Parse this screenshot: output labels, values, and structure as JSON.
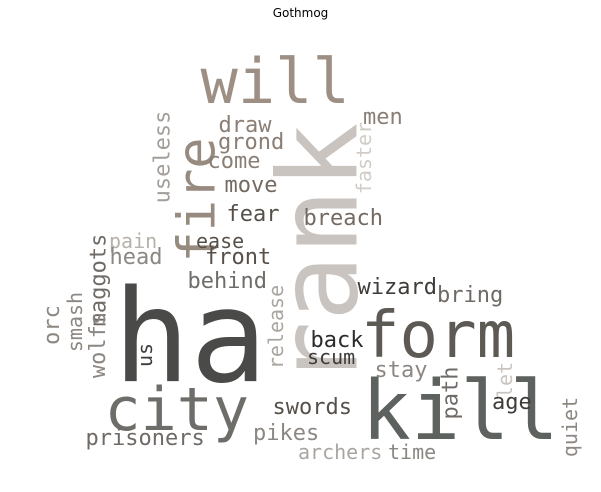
{
  "title": "Gothmog",
  "words": [
    {
      "id": "ha",
      "text": "ha",
      "color": "#4a4a49",
      "vertical": false
    },
    {
      "id": "rank",
      "text": "rank",
      "color": "#c9c4bf",
      "vertical": true
    },
    {
      "id": "kill",
      "text": "kill",
      "color": "#5d625f",
      "vertical": false
    },
    {
      "id": "form",
      "text": "form",
      "color": "#5d5a55",
      "vertical": false
    },
    {
      "id": "city",
      "text": "city",
      "color": "#6e6d6a",
      "vertical": false
    },
    {
      "id": "will",
      "text": "will",
      "color": "#9d8f84",
      "vertical": false
    },
    {
      "id": "fire",
      "text": "fire",
      "color": "#978b80",
      "vertical": true
    },
    {
      "id": "men",
      "text": "men",
      "color": "#8b7e74",
      "vertical": false
    },
    {
      "id": "draw",
      "text": "draw",
      "color": "#8b7e74",
      "vertical": false
    },
    {
      "id": "grond",
      "text": "grond",
      "color": "#8b7e74",
      "vertical": false
    },
    {
      "id": "come",
      "text": "come",
      "color": "#8b7e74",
      "vertical": false
    },
    {
      "id": "move",
      "text": "move",
      "color": "#756a62",
      "vertical": false
    },
    {
      "id": "useless",
      "text": "useless",
      "color": "#a39e98",
      "vertical": true
    },
    {
      "id": "faster",
      "text": "faster",
      "color": "#d2ccc6",
      "vertical": true
    },
    {
      "id": "fear",
      "text": "fear",
      "color": "#57504a",
      "vertical": false
    },
    {
      "id": "breach",
      "text": "breach",
      "color": "#756a62",
      "vertical": false
    },
    {
      "id": "pain",
      "text": "pain",
      "color": "#b6b1ab",
      "vertical": false
    },
    {
      "id": "ease",
      "text": "ease",
      "color": "#57504a",
      "vertical": false
    },
    {
      "id": "maggots",
      "text": "maggots",
      "color": "#6f6a66",
      "vertical": true
    },
    {
      "id": "head",
      "text": "head",
      "color": "#8c8782",
      "vertical": false
    },
    {
      "id": "front",
      "text": "front",
      "color": "#57504a",
      "vertical": false
    },
    {
      "id": "behind",
      "text": "behind",
      "color": "#6e6d6a",
      "vertical": false
    },
    {
      "id": "wizard",
      "text": "wizard",
      "color": "#3e3b38",
      "vertical": false
    },
    {
      "id": "bring",
      "text": "bring",
      "color": "#6f6a66",
      "vertical": false
    },
    {
      "id": "release",
      "text": "release",
      "color": "#aaa5a0",
      "vertical": true
    },
    {
      "id": "smash",
      "text": "smash",
      "color": "#8c8782",
      "vertical": true
    },
    {
      "id": "wolfs",
      "text": "wolfs",
      "color": "#8c8782",
      "vertical": true
    },
    {
      "id": "orc",
      "text": "orc",
      "color": "#8c8782",
      "vertical": true
    },
    {
      "id": "us",
      "text": "us",
      "color": "#3e3b38",
      "vertical": true
    },
    {
      "id": "back",
      "text": "back",
      "color": "#2b2b2b",
      "vertical": false
    },
    {
      "id": "scum",
      "text": "scum",
      "color": "#3e3b38",
      "vertical": false
    },
    {
      "id": "stay",
      "text": "stay",
      "color": "#8c8782",
      "vertical": false
    },
    {
      "id": "let",
      "text": "let",
      "color": "#c9c4bf",
      "vertical": true
    },
    {
      "id": "swords",
      "text": "swords",
      "color": "#57504a",
      "vertical": false
    },
    {
      "id": "path",
      "text": "path",
      "color": "#6f6a66",
      "vertical": true
    },
    {
      "id": "age",
      "text": "age",
      "color": "#3e3b38",
      "vertical": false
    },
    {
      "id": "quiet",
      "text": "quiet",
      "color": "#8c8782",
      "vertical": true
    },
    {
      "id": "pikes",
      "text": "pikes",
      "color": "#8c8782",
      "vertical": false
    },
    {
      "id": "prisoners",
      "text": "prisoners",
      "color": "#6f6a66",
      "vertical": false
    },
    {
      "id": "archers",
      "text": "archers",
      "color": "#aaa5a0",
      "vertical": false
    },
    {
      "id": "time",
      "text": "time",
      "color": "#8c8782",
      "vertical": false
    }
  ]
}
